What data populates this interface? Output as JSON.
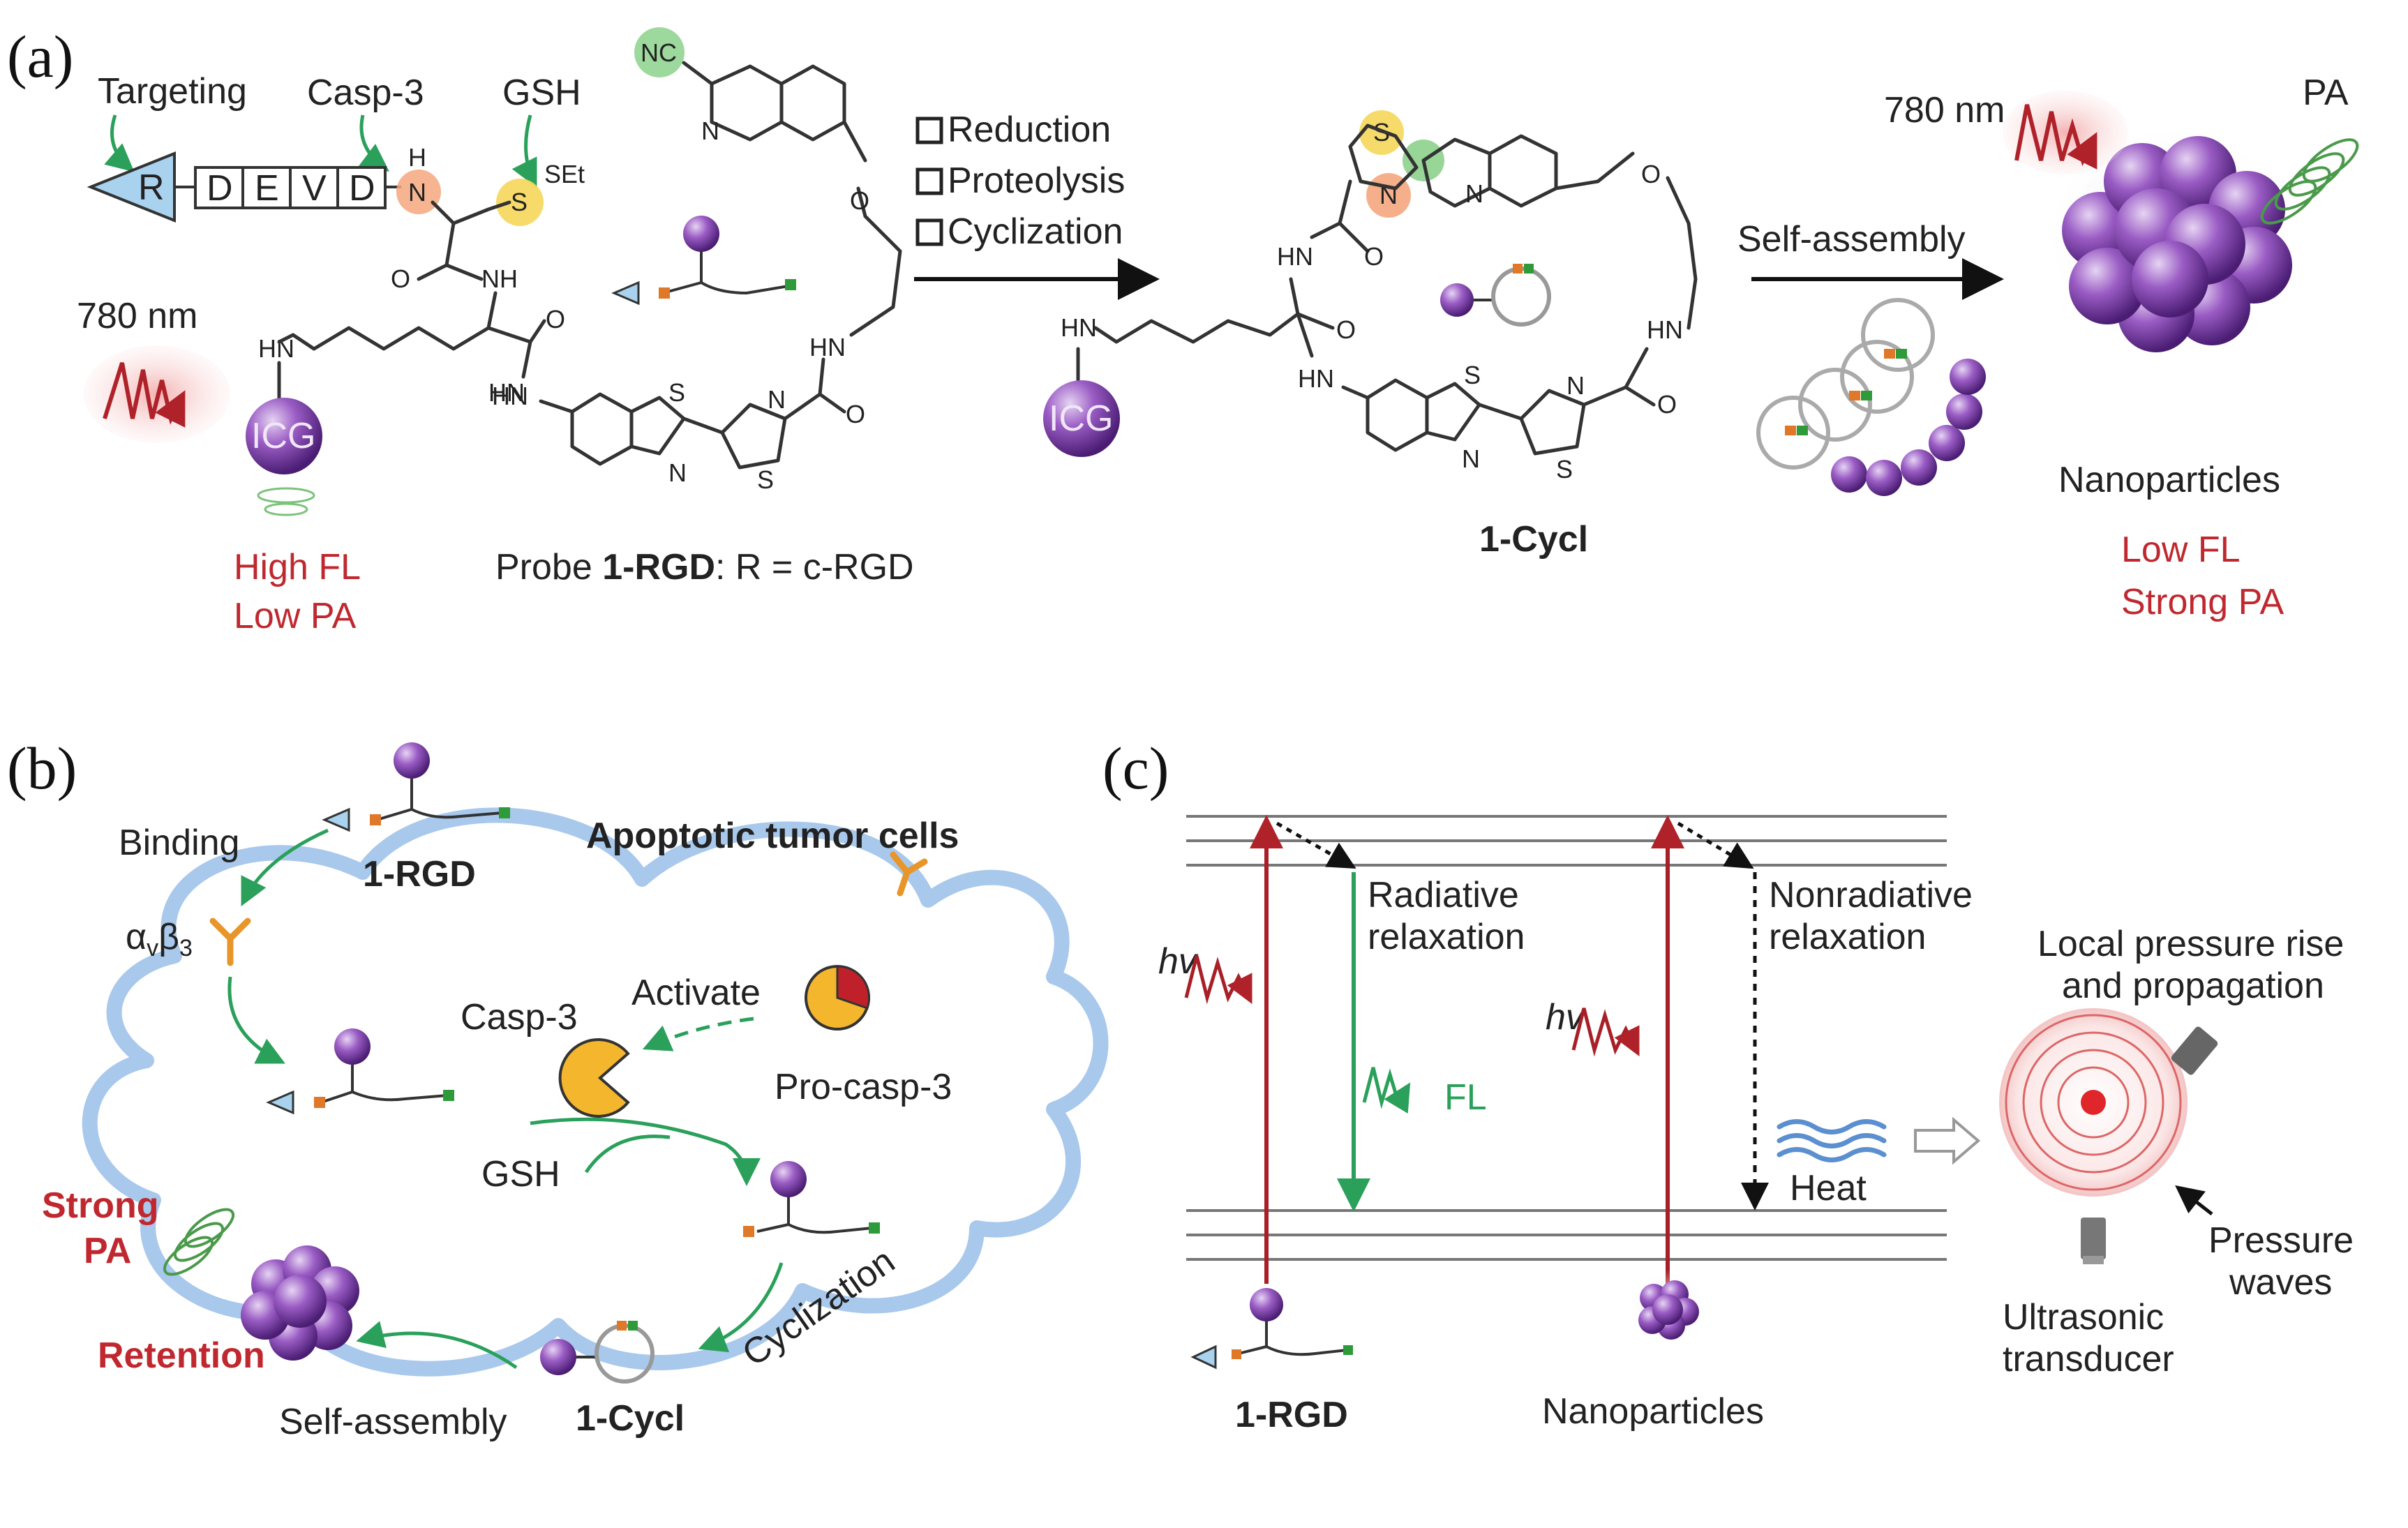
{
  "panels": {
    "a": "(a)",
    "b": "(b)",
    "c": "(c)"
  },
  "panel_a": {
    "targeting": "Targeting",
    "casp3": "Casp-3",
    "gsh": "GSH",
    "r": "R",
    "devd": [
      "D",
      "E",
      "V",
      "D"
    ],
    "wavelength_left": "780 nm",
    "wavelength_right": "780 nm",
    "icg": "ICG",
    "probe_prefix": "Probe ",
    "probe_name": "1-RGD",
    "probe_suffix": ": R = c-RGD",
    "high_fl": "High FL",
    "low_pa": "Low PA",
    "steps": [
      "Reduction",
      "Proteolysis",
      "Cyclization"
    ],
    "product": "1-Cycl",
    "self_assembly": "Self-assembly",
    "nanoparticles": "Nanoparticles",
    "low_fl": "Low FL",
    "strong_pa": "Strong PA",
    "pa": "PA",
    "atoms": {
      "nc": "NC",
      "n": "N",
      "h": "H",
      "s": "S",
      "set": "SEt",
      "o": "O",
      "nh": "NH",
      "hn": "HN"
    }
  },
  "panel_b": {
    "binding": "Binding",
    "probe": "1-RGD",
    "integrin": "αvβ3",
    "title": "Apoptotic tumor cells",
    "activate": "Activate",
    "casp3": "Casp-3",
    "pro_casp3": "Pro-casp-3",
    "gsh": "GSH",
    "strong": "Strong",
    "pa": "PA",
    "retention": "Retention",
    "cyclization": "Cyclization",
    "self_assembly": "Self-assembly",
    "product": "1-Cycl"
  },
  "panel_c": {
    "hv": "hv",
    "radiative": [
      "Radiative",
      "relaxation"
    ],
    "nonradiative": [
      "Nonradiative",
      "relaxation"
    ],
    "fl": "FL",
    "heat": "Heat",
    "local_pressure": [
      "Local pressure rise",
      "and propagation"
    ],
    "pressure_waves": [
      "Pressure",
      "waves"
    ],
    "transducer": [
      "Ultrasonic",
      "transducer"
    ],
    "probe": "1-RGD",
    "nanoparticles": "Nanoparticles"
  },
  "colors": {
    "red_text": "#c0282f",
    "green_arrow": "#2aa05a",
    "purple": "#7a3fa0",
    "orange": "#e0782a",
    "blue_tri": "#5aa7d8",
    "cell_membrane": "#9bbfe6"
  }
}
